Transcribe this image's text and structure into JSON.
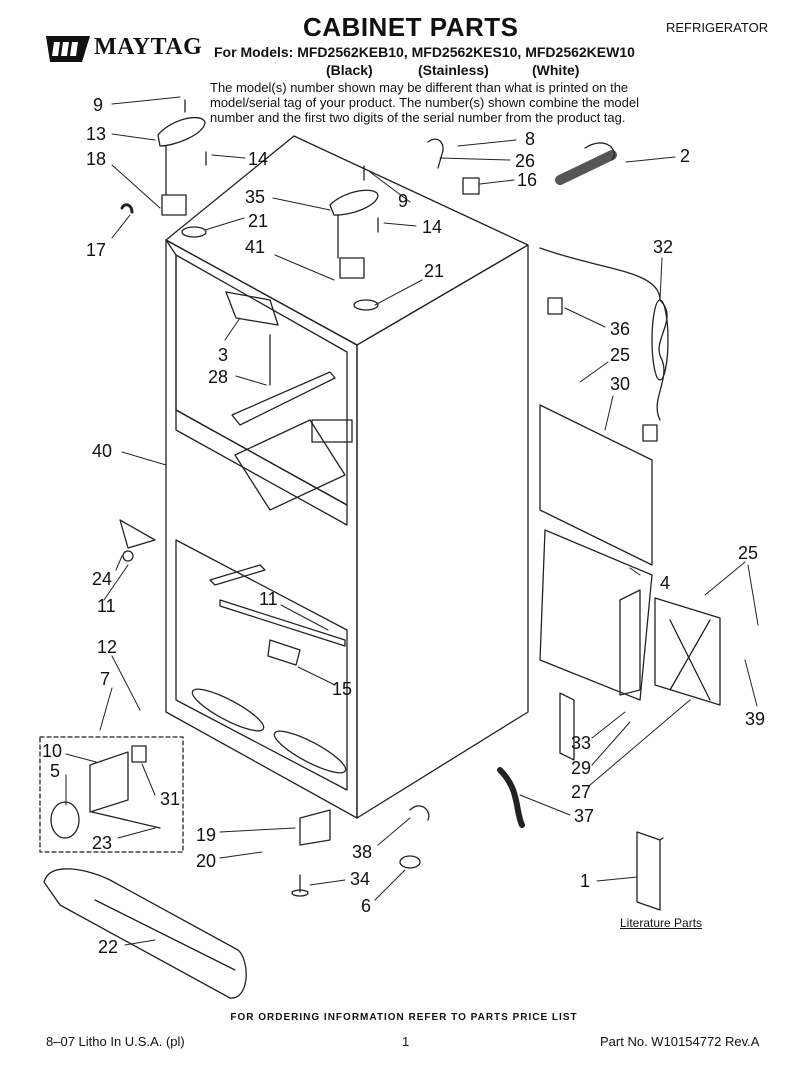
{
  "header": {
    "brand": "MAYTAG",
    "title": "CABINET PARTS",
    "appliance": "REFRIGERATOR",
    "models_line": "For Models: MFD2562KEB10, MFD2562KES10, MFD2562KEW10",
    "finishes": {
      "black": "(Black)",
      "stainless": "(Stainless)",
      "white": "(White)"
    },
    "note": "The model(s) number shown may be different than what is printed on the model/serial tag of your product. The number(s) shown combine the model number and the first two digits of the serial number from the product tag."
  },
  "callouts": [
    "9",
    "13",
    "18",
    "17",
    "14",
    "21",
    "35",
    "9",
    "14",
    "41",
    "21",
    "8",
    "26",
    "16",
    "2",
    "32",
    "36",
    "25",
    "30",
    "3",
    "28",
    "40",
    "24",
    "11",
    "11",
    "15",
    "12",
    "7",
    "10",
    "5",
    "31",
    "23",
    "19",
    "20",
    "34",
    "6",
    "38",
    "37",
    "4",
    "25",
    "33",
    "29",
    "27",
    "39",
    "1",
    "22"
  ],
  "literature_label": "Literature Parts",
  "footer": {
    "order_info": "FOR ORDERING INFORMATION REFER TO PARTS PRICE LIST",
    "litho": "8–07 Litho In U.S.A. (pl)",
    "page": "1",
    "part_no": "Part No. W10154772 Rev.A"
  }
}
